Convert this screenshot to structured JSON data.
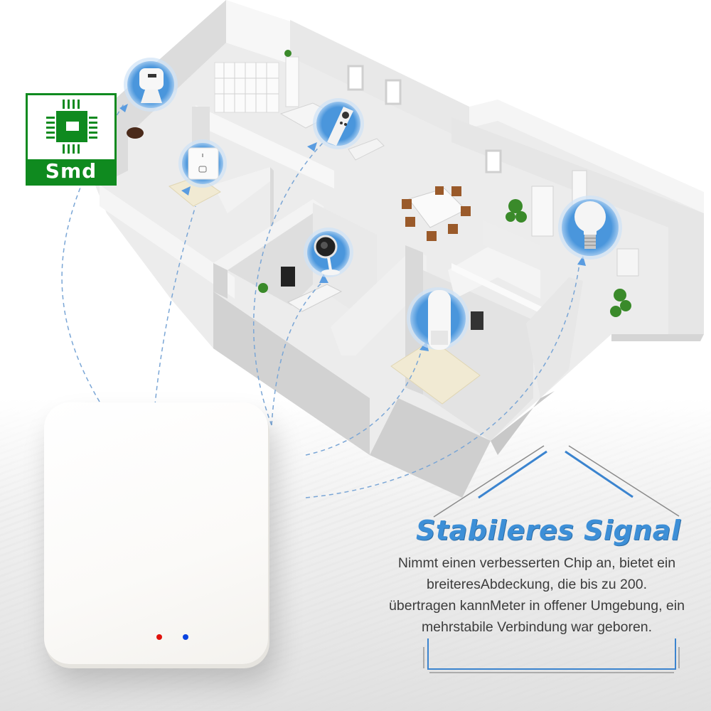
{
  "logo": {
    "brand_text": "Smd",
    "icon": "chip-icon",
    "color": "#0f8a1f"
  },
  "scene": {
    "description": "Isometric smart home floor plan with connected devices",
    "devices": [
      {
        "name": "motion-sensor",
        "icon": "motion-sensor-icon"
      },
      {
        "name": "smart-socket",
        "icon": "power-socket-icon"
      },
      {
        "name": "remote-control",
        "icon": "remote-control-icon"
      },
      {
        "name": "security-camera",
        "icon": "camera-icon"
      },
      {
        "name": "air-purifier",
        "icon": "air-purifier-icon"
      },
      {
        "name": "smart-bulb",
        "icon": "light-bulb-icon"
      }
    ],
    "accent_color": "#4a96dc",
    "signal_line_color": "#7aa6d6"
  },
  "hub": {
    "label": "Zigbee gateway hub",
    "led_colors": [
      "#e0120c",
      "#0a44e0"
    ]
  },
  "feature": {
    "title": "Stabileres Signal",
    "title_color": "#3d8fd7",
    "lines": [
      "Nimmt einen verbesserten Chip an, bietet ein",
      "breiteresAbdeckung, die bis zu 200.",
      "übertragen kannMeter in offener Umgebung, ein",
      "mehrstabile Verbindung war geboren."
    ]
  }
}
